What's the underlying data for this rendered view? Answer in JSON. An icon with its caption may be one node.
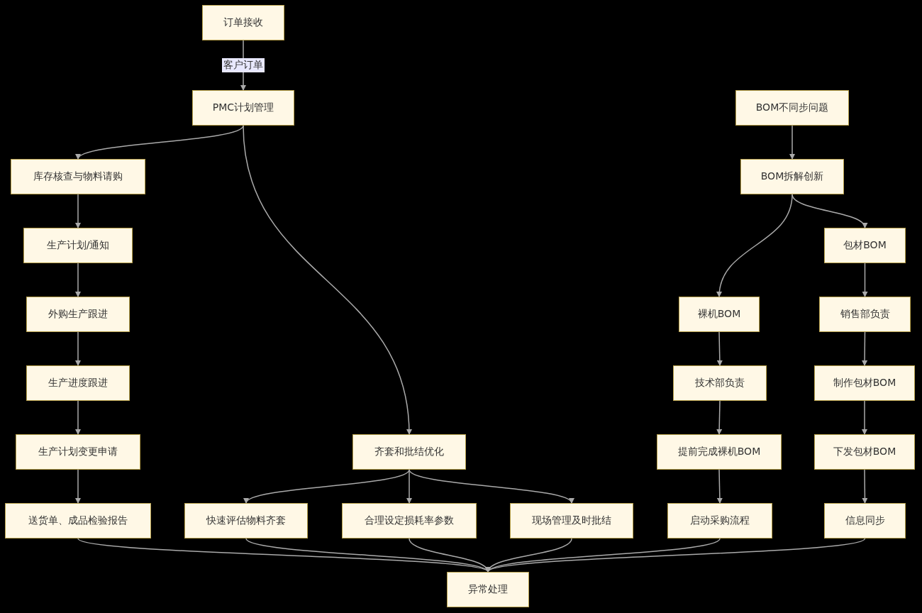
{
  "diagram": {
    "nodes": [
      {
        "text": [
          "订单接收"
        ]
      },
      {
        "text": [
          "PMC计划管理"
        ]
      },
      {
        "text": [
          "库存核查与物料请购"
        ]
      },
      {
        "text": [
          "生产计划/通知"
        ]
      },
      {
        "text": [
          "外购生产跟进"
        ]
      },
      {
        "text": [
          "生产进度跟进"
        ]
      },
      {
        "text": [
          "生产计划变更申请"
        ]
      },
      {
        "text": [
          "送货单、成品检验报告"
        ]
      },
      {
        "text": [
          "齐套和批结优化"
        ]
      },
      {
        "text": [
          "快速评估物料齐套"
        ]
      },
      {
        "text": [
          "合理设定损耗率参数"
        ]
      },
      {
        "text": [
          "现场管理及时批结"
        ]
      },
      {
        "text": [
          "异常处理"
        ]
      },
      {
        "text": [
          "BOM不同步问题"
        ]
      },
      {
        "text": [
          "BOM拆解创新"
        ]
      },
      {
        "text": [
          "裸机BOM"
        ]
      },
      {
        "text": [
          "技术部负责"
        ]
      },
      {
        "text": [
          "提前完成裸机BOM"
        ]
      },
      {
        "text": [
          "启动采购流程"
        ]
      },
      {
        "text": [
          "包材BOM"
        ]
      },
      {
        "text": [
          "销售部负责"
        ]
      },
      {
        "text": [
          "制作包材BOM"
        ]
      },
      {
        "text": [
          "下发包材BOM"
        ]
      },
      {
        "text": [
          "信息同步"
        ]
      }
    ],
    "edges": [
      {
        "from": 0,
        "to": 1,
        "arrow": "to",
        "label": "客户订单"
      },
      {
        "from": 1,
        "to": 2,
        "arrow": "to"
      },
      {
        "from": 2,
        "to": 3,
        "arrow": "to"
      },
      {
        "from": 3,
        "to": 4,
        "arrow": "to"
      },
      {
        "from": 4,
        "to": 5,
        "arrow": "to"
      },
      {
        "from": 5,
        "to": 6,
        "arrow": "to"
      },
      {
        "from": 6,
        "to": 7,
        "arrow": "to"
      },
      {
        "from": 1,
        "to": 8,
        "arrow": "to"
      },
      {
        "from": 8,
        "to": 9,
        "arrow": "to"
      },
      {
        "from": 8,
        "to": 10,
        "arrow": "to"
      },
      {
        "from": 8,
        "to": 11,
        "arrow": "to"
      },
      {
        "from": 7,
        "to": 12,
        "arrow": "to"
      },
      {
        "from": 9,
        "to": 12,
        "arrow": "to"
      },
      {
        "from": 10,
        "to": 12,
        "arrow": "to"
      },
      {
        "from": 11,
        "to": 12,
        "arrow": "to"
      },
      {
        "from": 13,
        "to": 14,
        "arrow": "to"
      },
      {
        "from": 14,
        "to": 15,
        "arrow": "to"
      },
      {
        "from": 15,
        "to": 16,
        "arrow": "to"
      },
      {
        "from": 16,
        "to": 17,
        "arrow": "to"
      },
      {
        "from": 17,
        "to": 18,
        "arrow": "to"
      },
      {
        "from": 18,
        "to": 12,
        "arrow": "to"
      },
      {
        "from": 14,
        "to": 19,
        "arrow": "to"
      },
      {
        "from": 19,
        "to": 20,
        "arrow": "to"
      },
      {
        "from": 20,
        "to": 21,
        "arrow": "to"
      },
      {
        "from": 21,
        "to": 22,
        "arrow": "to"
      },
      {
        "from": 22,
        "to": 23,
        "arrow": "to"
      },
      {
        "from": 23,
        "to": 12,
        "arrow": "to"
      }
    ]
  }
}
